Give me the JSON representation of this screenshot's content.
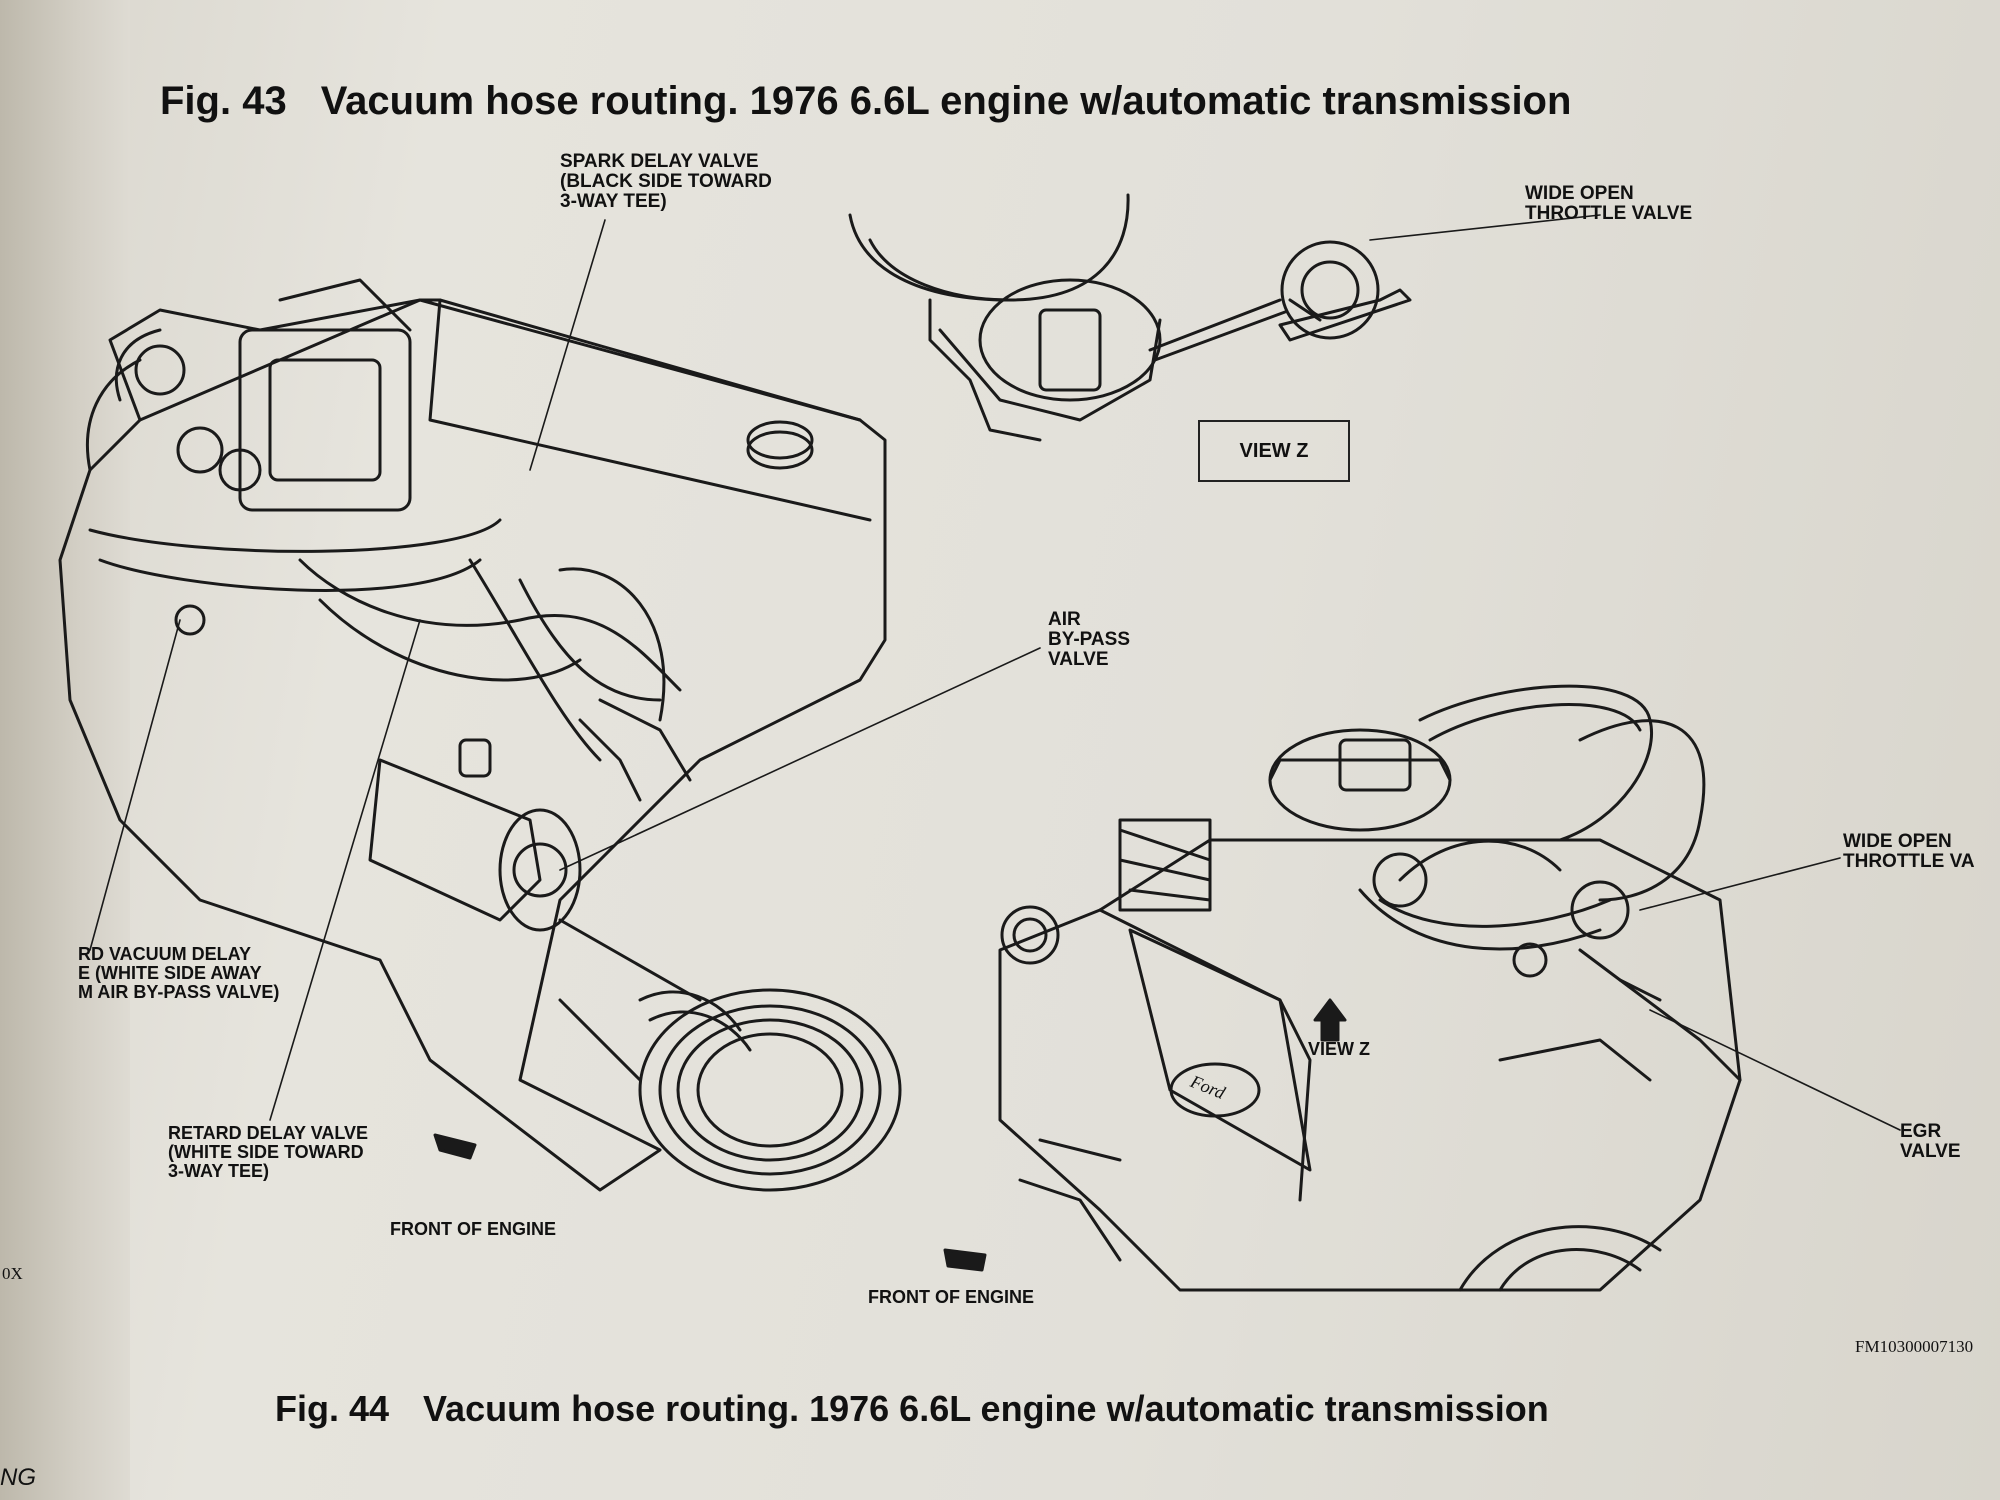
{
  "page": {
    "fig43_number": "Fig. 43",
    "fig43_title": "Vacuum hose routing. 1976 6.6L engine w/automatic transmission",
    "fig44_number": "Fig. 44",
    "fig44_title": "Vacuum hose routing. 1976 6.6L engine w/automatic transmission",
    "footer_code": "FM10300007130",
    "left_margin_text": "0X",
    "bottom_left_text": "NG"
  },
  "left_diagram": {
    "spark_delay_valve": "SPARK DELAY VALVE\n(BLACK SIDE TOWARD\n3-WAY TEE)",
    "wide_open_throttle_valve": "WIDE OPEN\nTHROTTLE VALVE",
    "view_z_box": "VIEW Z",
    "air_bypass_valve": "AIR\nBY-PASS\nVALVE",
    "vacuum_delay": "RD VACUUM DELAY\nE (WHITE SIDE AWAY\nM AIR BY-PASS VALVE)",
    "retard_delay_valve": "RETARD DELAY VALVE\n(WHITE SIDE TOWARD\n3-WAY TEE)",
    "front_of_engine": "FRONT OF ENGINE"
  },
  "right_diagram": {
    "wide_open_throttle_valve": "WIDE OPEN\nTHROTTLE VA",
    "view_z": "VIEW Z",
    "egr_valve": "EGR\nVALVE",
    "front_of_engine": "FRONT OF ENGINE",
    "emblem": "Ford"
  }
}
